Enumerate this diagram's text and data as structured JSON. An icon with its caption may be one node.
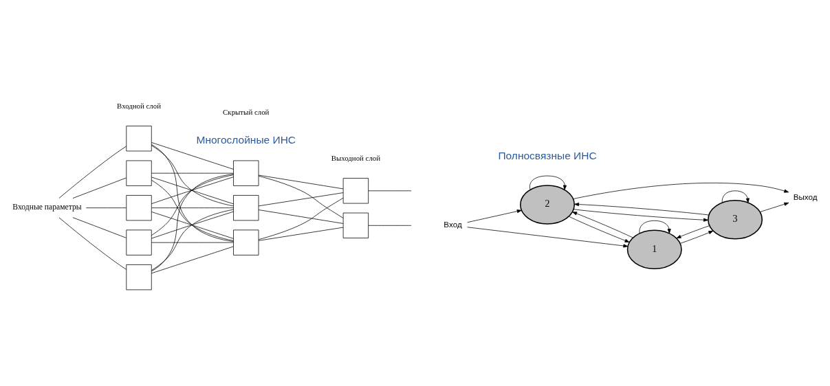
{
  "diagram": {
    "nodes": [
      {
        "text": [
          "Входные параметры"
        ]
      },
      {
        "text": [],
        "shape": "box"
      },
      {
        "text": [],
        "shape": "box"
      },
      {
        "text": [],
        "shape": "box"
      },
      {
        "text": [],
        "shape": "box"
      },
      {
        "text": [],
        "shape": "box"
      },
      {
        "text": [],
        "shape": "box"
      },
      {
        "text": [],
        "shape": "box"
      },
      {
        "text": [],
        "shape": "box"
      },
      {
        "text": [],
        "shape": "box"
      },
      {
        "text": [],
        "shape": "box"
      },
      {
        "text": [
          "Вход"
        ]
      },
      {
        "text": [
          "2"
        ]
      },
      {
        "text": [
          "1"
        ]
      },
      {
        "text": [
          "3"
        ]
      },
      {
        "text": [
          "Выход"
        ]
      }
    ],
    "edges": [
      {
        "from": 0,
        "to": 1,
        "arrow": "none"
      },
      {
        "from": 0,
        "to": 2,
        "arrow": "none"
      },
      {
        "from": 0,
        "to": 3,
        "arrow": "none"
      },
      {
        "from": 0,
        "to": 4,
        "arrow": "none"
      },
      {
        "from": 0,
        "to": 5,
        "arrow": "none"
      },
      {
        "from": 1,
        "to": 6,
        "arrow": "none"
      },
      {
        "from": 1,
        "to": 7,
        "arrow": "none"
      },
      {
        "from": 1,
        "to": 8,
        "arrow": "none"
      },
      {
        "from": 2,
        "to": 6,
        "arrow": "none"
      },
      {
        "from": 2,
        "to": 7,
        "arrow": "none"
      },
      {
        "from": 2,
        "to": 8,
        "arrow": "none"
      },
      {
        "from": 3,
        "to": 6,
        "arrow": "none"
      },
      {
        "from": 3,
        "to": 7,
        "arrow": "none"
      },
      {
        "from": 3,
        "to": 8,
        "arrow": "none"
      },
      {
        "from": 4,
        "to": 6,
        "arrow": "none"
      },
      {
        "from": 4,
        "to": 7,
        "arrow": "none"
      },
      {
        "from": 4,
        "to": 8,
        "arrow": "none"
      },
      {
        "from": 5,
        "to": 6,
        "arrow": "none"
      },
      {
        "from": 5,
        "to": 7,
        "arrow": "none"
      },
      {
        "from": 5,
        "to": 8,
        "arrow": "none"
      },
      {
        "from": 6,
        "to": 9,
        "arrow": "none"
      },
      {
        "from": 6,
        "to": 10,
        "arrow": "none"
      },
      {
        "from": 7,
        "to": 9,
        "arrow": "none"
      },
      {
        "from": 7,
        "to": 10,
        "arrow": "none"
      },
      {
        "from": 8,
        "to": 9,
        "arrow": "none"
      },
      {
        "from": 8,
        "to": 10,
        "arrow": "none"
      },
      {
        "from": 9,
        "to": null,
        "arrow": "none"
      },
      {
        "from": 10,
        "to": null,
        "arrow": "none"
      },
      {
        "from": 11,
        "to": 12,
        "arrow": "to"
      },
      {
        "from": 11,
        "to": 13,
        "arrow": "to"
      },
      {
        "from": 12,
        "to": 12,
        "arrow": "to"
      },
      {
        "from": 12,
        "to": 13,
        "arrow": "to"
      },
      {
        "from": 13,
        "to": 12,
        "arrow": "to"
      },
      {
        "from": 12,
        "to": 14,
        "arrow": "to"
      },
      {
        "from": 14,
        "to": 12,
        "arrow": "to"
      },
      {
        "from": 14,
        "to": 13,
        "arrow": "to"
      },
      {
        "from": 13,
        "to": 14,
        "arrow": "to"
      },
      {
        "from": 13,
        "to": 13,
        "arrow": "to"
      },
      {
        "from": 14,
        "to": 14,
        "arrow": "to"
      },
      {
        "from": 12,
        "to": 15,
        "arrow": "to"
      },
      {
        "from": 14,
        "to": 15,
        "arrow": "to"
      }
    ],
    "labels": [
      "Многослойные ИНС",
      "Полносвязные ИНС",
      "Входной слой",
      "Скрытый слой",
      "Выходной слой"
    ]
  }
}
